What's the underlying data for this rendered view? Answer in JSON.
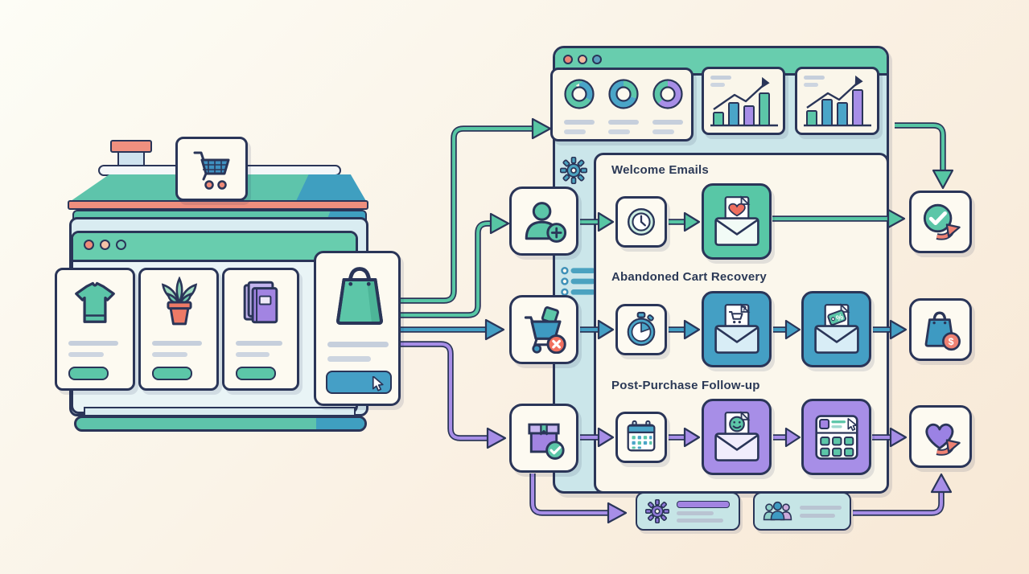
{
  "palette": {
    "navy": "#2a3558",
    "teal": "#57c6a4",
    "blue": "#449fc4",
    "purple": "#a78ee7",
    "coral": "#ef8273",
    "cream_panel": "#fbf7ec",
    "window_blue": "#cbe6ea"
  },
  "storefront": {
    "sign": {
      "icon": "shopping-cart-icon"
    },
    "window_dots": [
      "#ee8b79",
      "#f5c2a6",
      "#6fcdb2"
    ],
    "products": [
      {
        "icon": "tshirt-icon",
        "text_lines": 2,
        "has_button": true
      },
      {
        "icon": "plant-icon",
        "text_lines": 2,
        "has_button": true
      },
      {
        "icon": "books-icon",
        "text_lines": 2,
        "has_button": true
      }
    ],
    "featured": {
      "icon": "shopping-bag-icon",
      "text_lines": 2,
      "has_button": true,
      "cursor": true
    }
  },
  "dashboard": {
    "window_dots": [
      "#ec8577",
      "#f3bb9f",
      "#5b9fbe"
    ],
    "sidebar_icons": [
      "gear-icon",
      "list-icon"
    ],
    "stats_donuts": [
      {
        "segments": [
          {
            "color": "blue",
            "pct": 33
          },
          {
            "color": "teal",
            "pct": 67
          }
        ]
      },
      {
        "segments": [
          {
            "color": "teal",
            "pct": 30
          },
          {
            "color": "blue",
            "pct": 70
          }
        ]
      },
      {
        "segments": [
          {
            "color": "purple",
            "pct": 62
          },
          {
            "color": "teal",
            "pct": 38
          }
        ]
      }
    ],
    "bar_charts": [
      {
        "trend": "up",
        "bars": [
          {
            "color": "teal",
            "h": 14
          },
          {
            "color": "blue",
            "h": 26
          },
          {
            "color": "purple",
            "h": 22
          },
          {
            "color": "teal",
            "h": 38
          }
        ]
      },
      {
        "trend": "up",
        "bars": [
          {
            "color": "teal",
            "h": 16
          },
          {
            "color": "blue",
            "h": 30
          },
          {
            "color": "blue",
            "h": 26
          },
          {
            "color": "purple",
            "h": 42
          }
        ]
      }
    ]
  },
  "flows": [
    {
      "title": "Welcome Emails",
      "color": "#57c6a4",
      "trigger": {
        "icon": "user-add-icon"
      },
      "steps": [
        {
          "icon": "clock-icon"
        },
        {
          "icon": "email-heart-icon"
        }
      ],
      "result": {
        "icon": "check-share-icon"
      }
    },
    {
      "title": "Abandoned Cart Recovery",
      "color": "#449fc4",
      "trigger": {
        "icon": "cart-abandoned-icon"
      },
      "steps": [
        {
          "icon": "stopwatch-icon"
        },
        {
          "icon": "email-cart-icon"
        },
        {
          "icon": "email-discount-icon"
        }
      ],
      "result": {
        "icon": "bag-dollar-icon"
      }
    },
    {
      "title": "Post-Purchase Follow-up",
      "color": "#a78ee7",
      "trigger": {
        "icon": "package-check-icon"
      },
      "steps": [
        {
          "icon": "calendar-icon"
        },
        {
          "icon": "email-smiley-icon"
        },
        {
          "icon": "product-grid-icon"
        }
      ],
      "result": {
        "icon": "heart-share-icon"
      }
    }
  ],
  "footer_widgets": [
    {
      "icon": "gear-icon",
      "text_lines": 3
    },
    {
      "icon": "people-icon",
      "text_lines": 2
    }
  ],
  "glyphs": {
    "question": "?",
    "percent": "%",
    "dollar": "$"
  }
}
